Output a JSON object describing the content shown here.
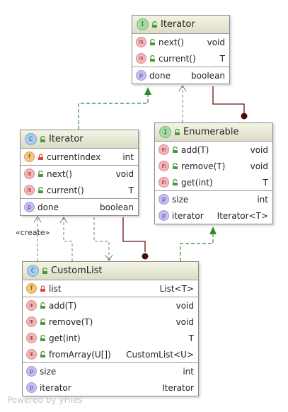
{
  "nodes": {
    "iterator_interface": {
      "title": "Iterator",
      "kind_icon": "interface-icon",
      "methods": [
        {
          "name": "next()",
          "type": "void"
        },
        {
          "name": "current()",
          "type": "T"
        }
      ],
      "properties": [
        {
          "name": "done",
          "type": "boolean"
        }
      ]
    },
    "iterator_class": {
      "title": "Iterator",
      "kind_icon": "class-icon",
      "fields": [
        {
          "name": "currentIndex",
          "type": "int"
        }
      ],
      "methods": [
        {
          "name": "next()",
          "type": "void"
        },
        {
          "name": "current()",
          "type": "T"
        }
      ],
      "properties": [
        {
          "name": "done",
          "type": "boolean"
        }
      ]
    },
    "enumerable": {
      "title": "Enumerable",
      "kind_icon": "interface-icon",
      "methods": [
        {
          "name": "add(T)",
          "type": "void"
        },
        {
          "name": "remove(T)",
          "type": "void"
        },
        {
          "name": "get(int)",
          "type": "T"
        }
      ],
      "properties": [
        {
          "name": "size",
          "type": "int"
        },
        {
          "name": "iterator",
          "type": "Iterator<T>"
        }
      ]
    },
    "customlist": {
      "title": "CustomList",
      "kind_icon": "class-icon",
      "fields": [
        {
          "name": "list",
          "type": "List<T>"
        }
      ],
      "methods": [
        {
          "name": "add(T)",
          "type": "void"
        },
        {
          "name": "remove(T)",
          "type": "void"
        },
        {
          "name": "get(int)",
          "type": "T"
        },
        {
          "name": "fromArray(U[])",
          "type": "CustomList<U>"
        }
      ],
      "properties": [
        {
          "name": "size",
          "type": "int"
        },
        {
          "name": "iterator",
          "type": "Iterator"
        }
      ]
    }
  },
  "edge_labels": {
    "create": "«create»"
  },
  "badges": {
    "method": "m",
    "field": "f",
    "property": "p",
    "class": "C",
    "interface": "I"
  },
  "footer": "Powered by yFiles",
  "colors": {
    "inheritance": "#2e8b2e",
    "composition": "#6b1010",
    "dependency": "#777777",
    "header_top": "#f4f4e4",
    "header_bottom": "#dcdcc8"
  }
}
